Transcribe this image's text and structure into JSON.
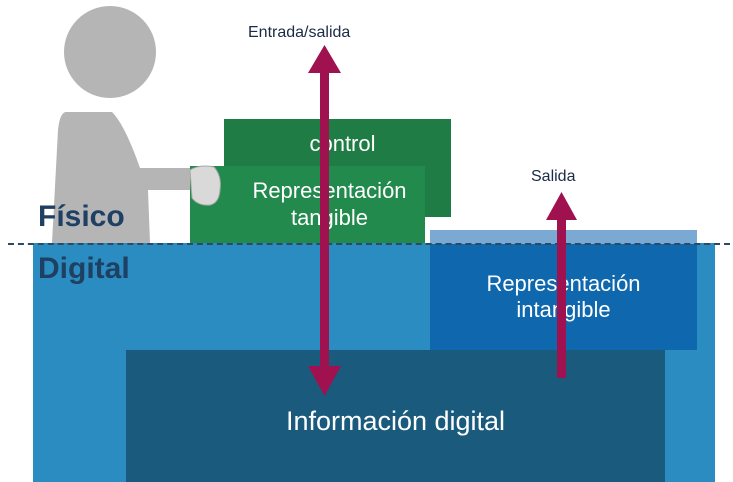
{
  "layers": {
    "physical_label": "Físico",
    "digital_label": "Digital"
  },
  "boxes": {
    "control": "control",
    "tangible_line1": "Representación",
    "tangible_line2": "tangible",
    "intangible_line1": "Representación",
    "intangible_line2": "intangible",
    "digital_info": "Información digital"
  },
  "arrows": {
    "input_output": "Entrada/salida",
    "output": "Salida"
  },
  "colors": {
    "digital_layer": "#2a8cc0",
    "digital_info": "#1a5b7d",
    "intangible": "#0f67ad",
    "intangible_top": "#7aa9d3",
    "control": "#1f7c45",
    "tangible": "#238a4d",
    "arrow": "#a0114f",
    "person": "#b5b5b5"
  }
}
